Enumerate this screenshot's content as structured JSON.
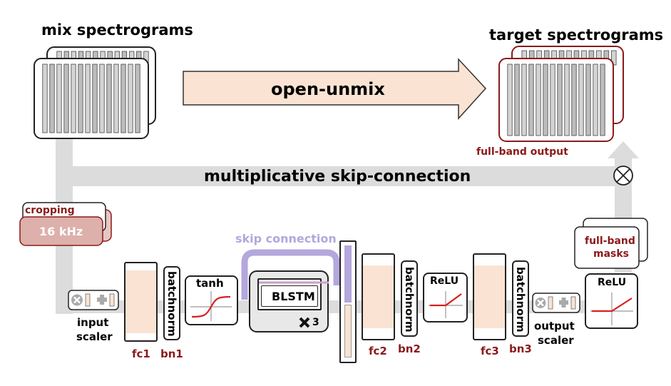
{
  "labels": {
    "mix_spectrograms": "mix spectrograms",
    "target_spectrograms": "target spectrograms",
    "open_unmix": "open-unmix",
    "full_band_output": "full-band output",
    "multiplicative_skip": "multiplicative skip-connection",
    "cropping": "cropping",
    "sample_rate": "16 kHz",
    "skip_connection": "skip connection",
    "blstm": "BLSTM",
    "blstm_repeat": "3",
    "tanh": "tanh",
    "relu1": "ReLU",
    "relu2": "ReLU",
    "input_scaler_1": "input",
    "input_scaler_2": "scaler",
    "output_scaler_1": "output",
    "output_scaler_2": "scaler",
    "full_band_masks_1": "full-band",
    "full_band_masks_2": "masks",
    "batchnorm1": "batchnorm",
    "batchnorm2": "batchnorm",
    "batchnorm3": "batchnorm",
    "fc1": "fc1",
    "bn1": "bn1",
    "fc2": "fc2",
    "bn2": "bn2",
    "fc3": "fc3",
    "bn3": "bn3"
  },
  "colors": {
    "flow_gray": "#dcdcdc",
    "dark_red": "#8b1a1a",
    "peach": "#fbe3d3",
    "lavender": "#b3a7dc",
    "activation_red": "#d92020"
  }
}
